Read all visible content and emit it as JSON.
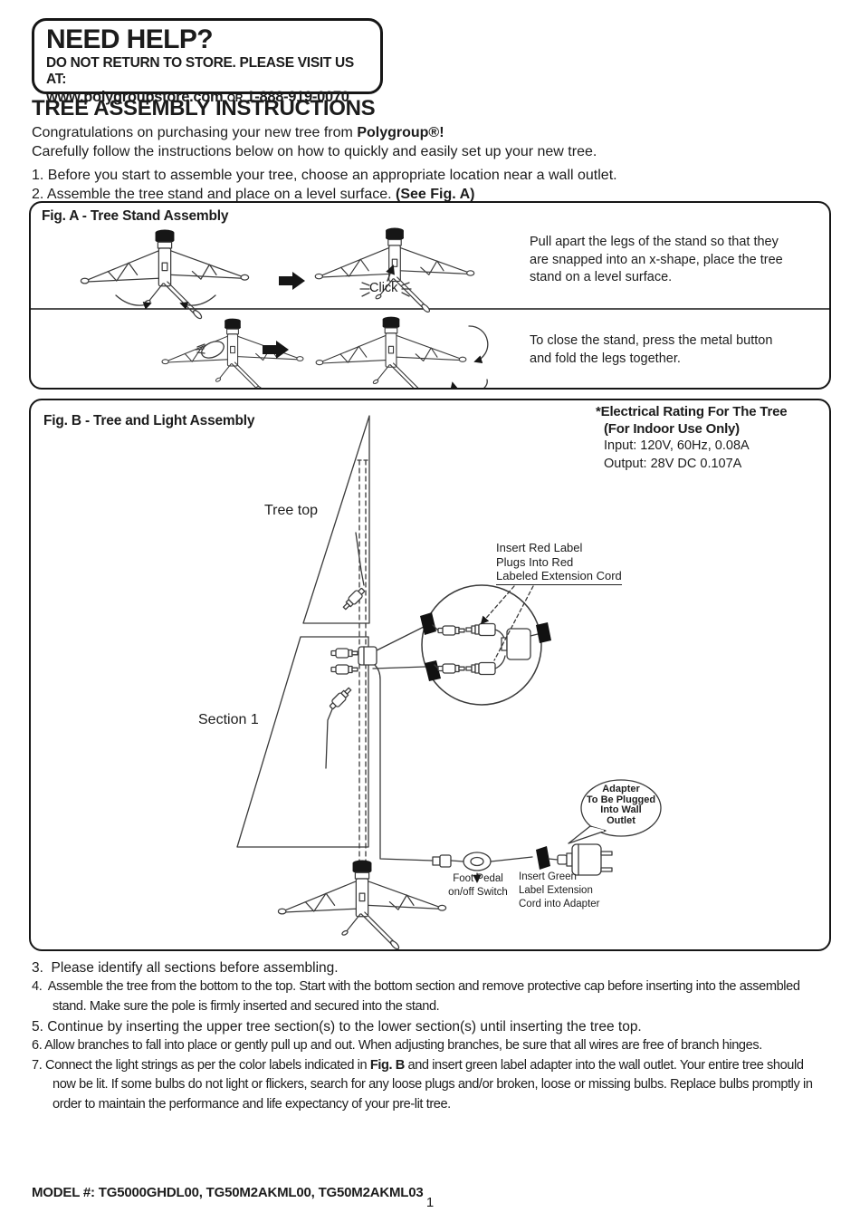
{
  "help_box": {
    "title": "NEED HELP?",
    "subtitle": "DO NOT RETURN TO STORE. PLEASE VISIT US AT:",
    "url": "www.polygroupstore.com",
    "or_text": "OR",
    "phone": "1-888-919-0070"
  },
  "intro": {
    "title": "TREE ASSEMBLY INSTRUCTIONS",
    "line1_pre": "Congratulations on purchasing your new tree from ",
    "line1_bold": "Polygroup®!",
    "line2": "Carefully follow the instructions below on how to quickly and easily set up your new tree.",
    "step1": "1. Before you start to assemble your tree, choose an appropriate location near a wall outlet.",
    "step2_pre": "2. Assemble the tree stand and place on a level surface. ",
    "step2_bold": "(See Fig. A)"
  },
  "fig_a": {
    "title": "Fig. A - Tree Stand Assembly",
    "click_label": "Click",
    "row1_text": "Pull apart the legs of the stand so that they are snapped into an x-shape, place the tree stand on a level surface.",
    "row2_text": "To close the stand, press the metal button and fold the legs together."
  },
  "fig_b": {
    "title": "Fig. B - Tree and Light Assembly",
    "electrical": {
      "title": "*Electrical Rating For The Tree",
      "subtitle": "(For Indoor Use Only)",
      "input": "Input: 120V, 60Hz, 0.08A",
      "output": "Output: 28V DC 0.107A"
    },
    "labels": {
      "tree_top": "Tree top",
      "section1": "Section 1",
      "red_plug_lines": [
        "Insert Red Label",
        "Plugs Into Red",
        "Labeled Extension Cord"
      ],
      "bubble_lines": [
        "Adapter",
        "To Be Plugged",
        "Into Wall",
        "Outlet"
      ],
      "foot_pedal_lines": [
        "Foot Pedal",
        "on/off Switch"
      ],
      "green_plug_lines": [
        "Insert Green",
        "Label Extension",
        "Cord into Adapter"
      ]
    }
  },
  "steps": {
    "s3": "3.  Please identify all sections before assembling.",
    "s4": "4.  Assemble the tree from the bottom to the top. Start with the bottom section and remove protective cap before inserting into the assembled stand. Make sure the pole is firmly inserted and secured into the stand.",
    "s5": "5. Continue by inserting the upper tree section(s) to the lower section(s) until inserting the tree top.",
    "s6": "6. Allow branches to fall into place or gently pull up and out. When adjusting branches, be sure that all wires are free of branch hinges.",
    "s7_pre": "7. Connect the light strings as per the color labels indicated in ",
    "s7_bold": "Fig. B",
    "s7_post": " and insert green label adapter into the wall outlet. Your entire tree should now be lit. If some bulbs do not light or flickers, search for any loose plugs and/or broken, loose or missing bulbs. Replace bulbs promptly in order to maintain the performance and life expectancy of your pre-lit tree."
  },
  "footer": {
    "model": "MODEL #: TG5000GHDL00, TG50M2AKML00, TG50M2AKML03",
    "page_number": "1"
  }
}
